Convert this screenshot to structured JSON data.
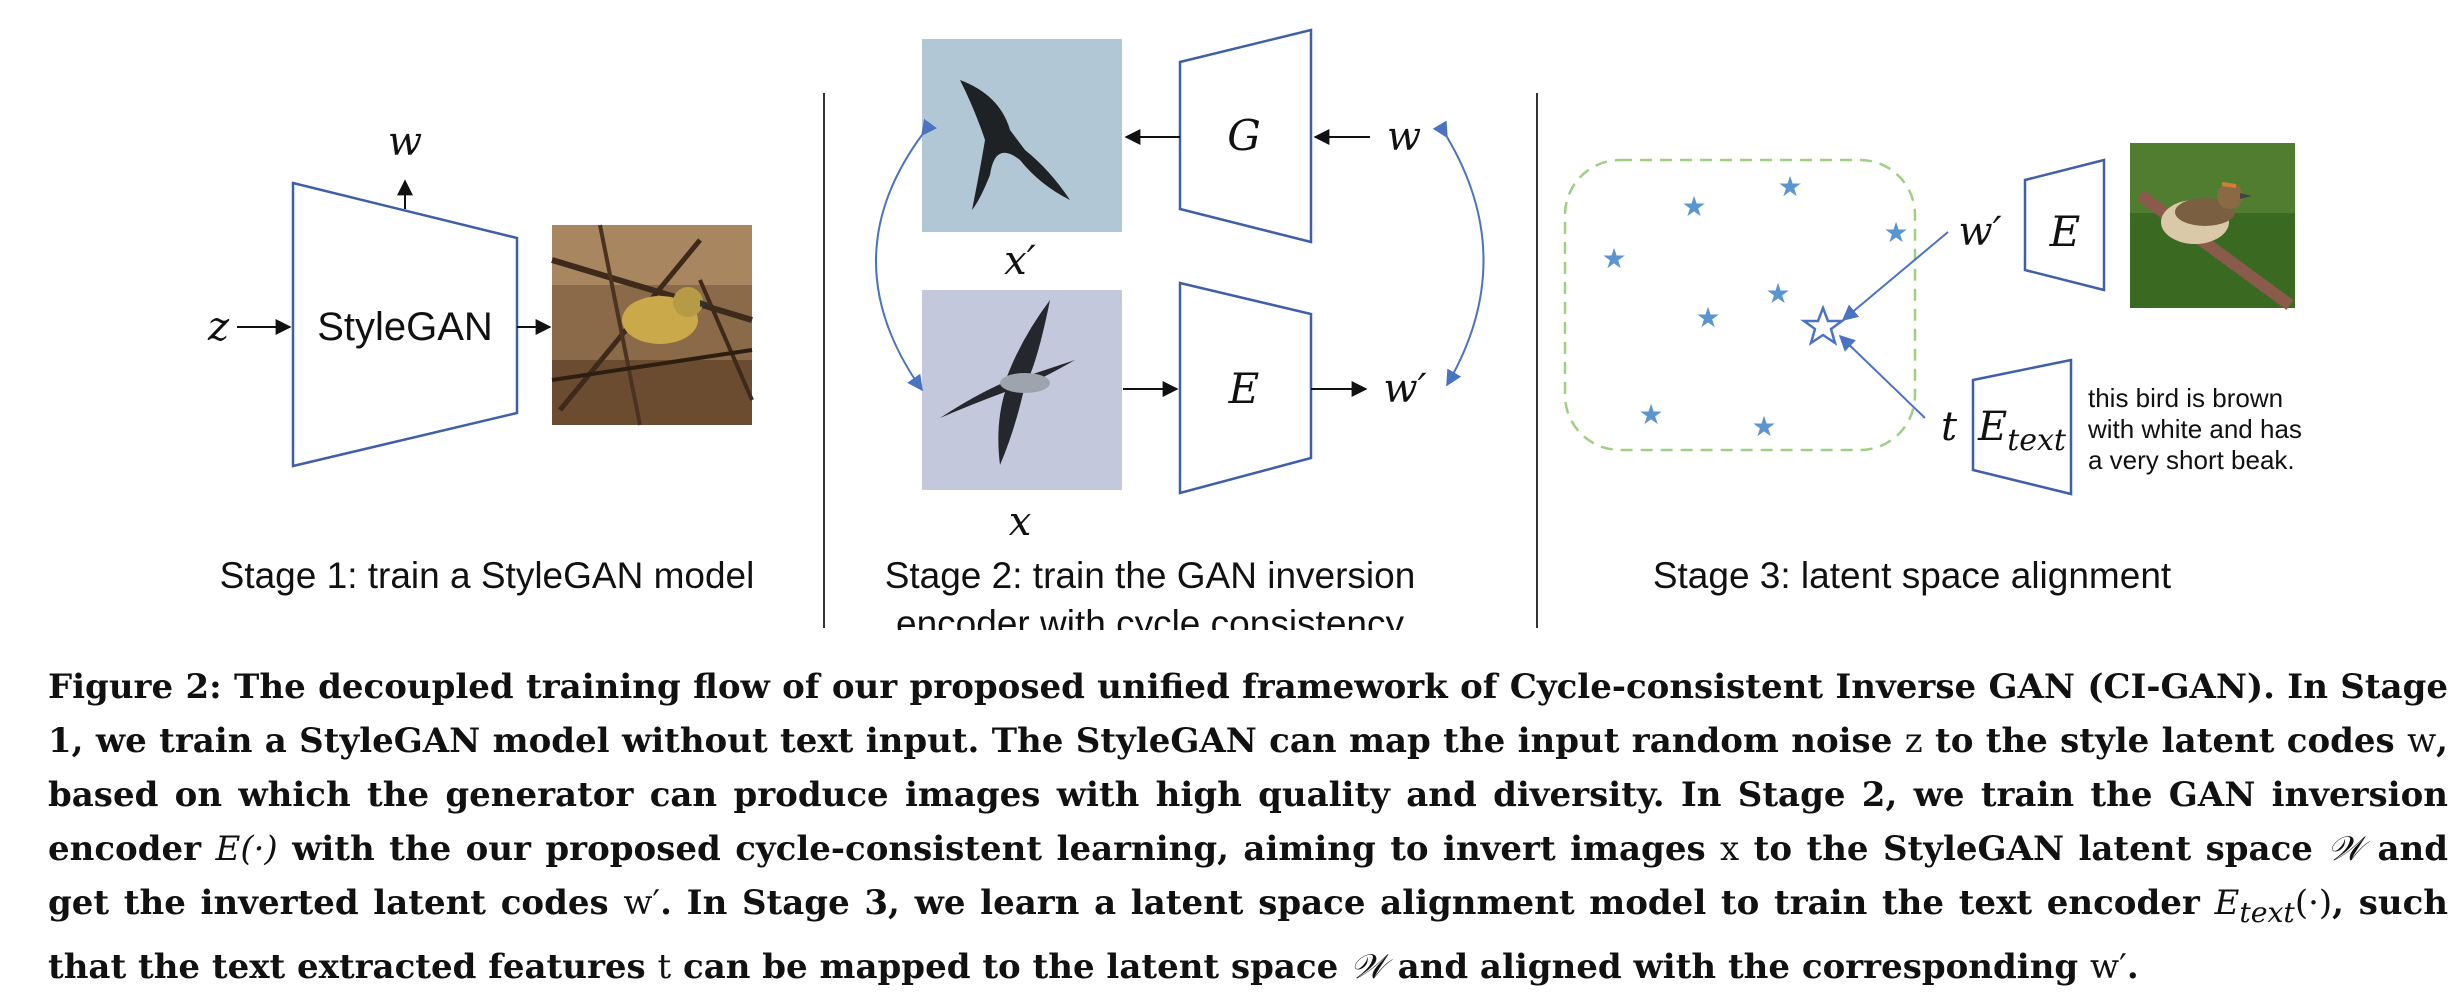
{
  "stage1": {
    "z_label": "z",
    "w_label": "w",
    "box_label": "StyleGAN",
    "title": "Stage 1: train a StyleGAN model"
  },
  "stage2": {
    "x_prime_label": "x′",
    "x_label": "x",
    "g_label": "G",
    "e_label": "E",
    "w_label": "w",
    "w_prime_label": "w′",
    "title_line1": "Stage 2: train the GAN inversion",
    "title_line2": "encoder with cycle consistency"
  },
  "stage3": {
    "w_prime_label": "w′",
    "e_label": "E",
    "t_label": "t",
    "etext_main": "E",
    "etext_sub": "text",
    "text_line1": "this bird is brown",
    "text_line2": "with white and has",
    "text_line3": "a very short beak.",
    "title": "Stage 3: latent space alignment"
  },
  "colors": {
    "blue_line": "#3f5fa8",
    "arrow_blue": "#4a73c2",
    "star": "#5b95d0",
    "dashed_green": "#9fcf80"
  },
  "caption": {
    "p1": "Figure 2: The decoupled training flow of our proposed unified framework of Cycle-consistent Inverse GAN (CI-GAN). In Stage 1, we train a StyleGAN model without text input. The StyleGAN can map the input random noise ",
    "z": "z",
    "p2": " to the style latent codes ",
    "w": "w",
    "p3": ", based on which the generator can produce images with high quality and diversity. In Stage 2, we train the GAN inversion encoder ",
    "E": "E(·)",
    "p4": " with the our proposed cycle-consistent learning, aiming to invert images ",
    "x": "x",
    "p5": " to the StyleGAN latent space ",
    "W1": "𝒲",
    "p6": " and get the inverted latent codes ",
    "wp": "w′",
    "p7": ". In Stage 3, we learn a latent space alignment model to train the text encoder ",
    "Etext": "E",
    "Etext_sub": "text",
    "Etext_arg": "(·)",
    "p8": ", such that the text extracted features ",
    "t": "t",
    "p9": " can be mapped to the latent space ",
    "W2": "𝒲",
    "p10": " and aligned with the corresponding ",
    "wp2": "w′",
    "p11": "."
  }
}
